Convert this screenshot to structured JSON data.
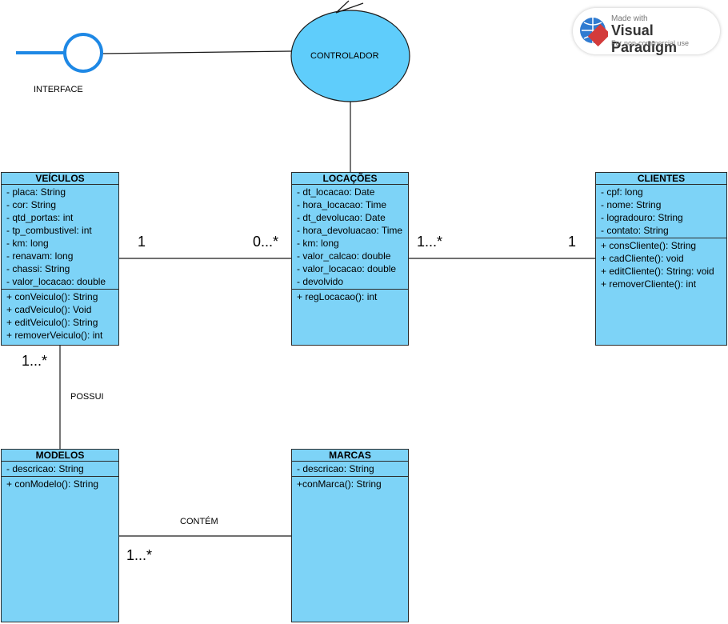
{
  "controller": {
    "label": "CONTROLADOR"
  },
  "interface": {
    "label": "INTERFACE"
  },
  "classes": {
    "veiculos": {
      "title": "VEÍCULOS",
      "attributes": [
        "- placa: String",
        "- cor: String",
        "- qtd_portas: int",
        "- tp_combustivel: int",
        "- km: long",
        "- renavam: long",
        "- chassi: String",
        "- valor_locacao: double"
      ],
      "methods": [
        "+ conVeiculo(): String",
        "+ cadVeiculo(): Void",
        "+ editVeiculo(): String",
        "+ removerVeiculo(): int"
      ]
    },
    "locacoes": {
      "title": "LOCAÇÕES",
      "attributes": [
        "- dt_locacao: Date",
        "- hora_locacao: Time",
        "- dt_devolucao: Date",
        "- hora_devoluacao: Time",
        "- km: long",
        "- valor_calcao: double",
        "- valor_locacao: double",
        "- devolvido"
      ],
      "methods": [
        "+ regLocacao(): int"
      ]
    },
    "clientes": {
      "title": "CLIENTES",
      "attributes": [
        "- cpf: long",
        "- nome: String",
        "- logradouro: String",
        "- contato: String"
      ],
      "methods": [
        "+ consCliente(): String",
        "+ cadCliente(): void",
        "+ editCliente(): String: void",
        "+ removerCliente(): int"
      ]
    },
    "modelos": {
      "title": "MODELOS",
      "attributes": [
        "- descricao: String"
      ],
      "methods": [
        "+ conModelo(): String"
      ]
    },
    "marcas": {
      "title": "MARCAS",
      "attributes": [
        "- descricao: String"
      ],
      "methods": [
        "+conMarca(): String"
      ]
    }
  },
  "multiplicities": {
    "veiculos_locacoes_a": "1",
    "veiculos_locacoes_b": "0...*",
    "locacoes_clientes_a": "1...*",
    "locacoes_clientes_b": "1",
    "veiculos_modelos": "1...*",
    "modelos_marcas": "1...*"
  },
  "relations": {
    "possui": "POSSUI",
    "contem": "CONTÉM"
  },
  "watermark": {
    "made_with": "Made with",
    "product": "Visual Paradigm",
    "subtitle": "For non-commercial use"
  },
  "colors": {
    "class_fill": "#7dd3f7",
    "controller_fill": "#5fcdfb",
    "interface_stroke": "#1e88e5",
    "line": "#1a1a1a"
  }
}
